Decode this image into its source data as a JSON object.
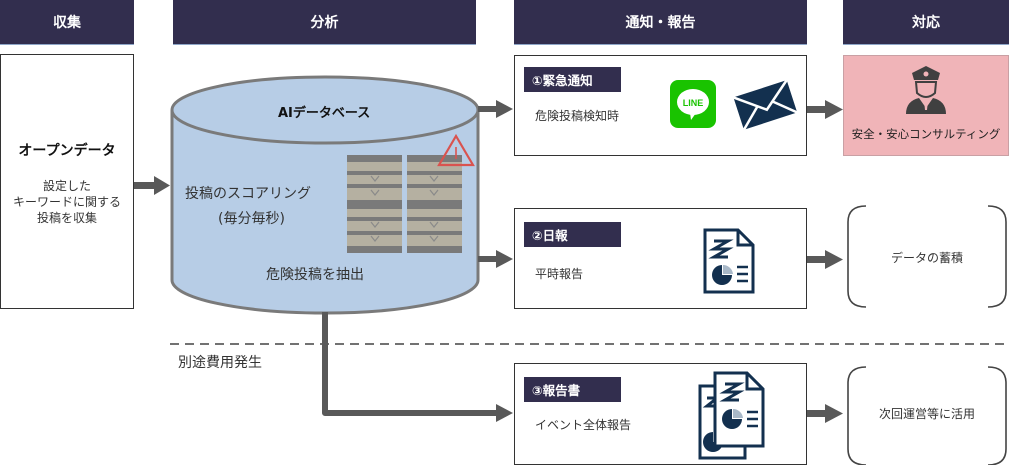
{
  "headers": {
    "collect": "収集",
    "analyze": "分析",
    "notify": "通知・報告",
    "respond": "対応"
  },
  "source": {
    "title": "オープンデータ",
    "desc_lines": [
      "設定した",
      "キーワードに関する",
      "投稿を収集"
    ]
  },
  "database": {
    "title": "AIデータベース",
    "scoring": "投稿のスコアリング",
    "frequency": "(毎分毎秒)",
    "extract": "危険投稿を抽出",
    "warning_icon": "warning-triangle-icon"
  },
  "extra_cost_label": "別途費用発生",
  "outputs": [
    {
      "tag": "①緊急通知",
      "desc": "危険投稿検知時",
      "icons": [
        "line-app-icon",
        "mail-envelope-icon"
      ]
    },
    {
      "tag": "②日報",
      "desc": "平時報告",
      "icons": [
        "report-document-icon"
      ]
    },
    {
      "tag": "③報告書",
      "desc": "イベント全体報告",
      "icons": [
        "report-documents-stack-icon"
      ]
    }
  ],
  "responses": [
    {
      "label": "安全・安心コンサルティング",
      "icon": "security-guard-icon"
    },
    {
      "label": "データの蓄積"
    },
    {
      "label": "次回運営等に活用"
    }
  ],
  "line_logo_text": "LINE",
  "colors": {
    "header_bg": "#322e4e",
    "db_fill": "#b7cde6",
    "db_stroke": "#7a7a7a",
    "arrow": "#595959",
    "consult_bg": "#f0b4b8",
    "line_green": "#19c300",
    "icon_navy": "#13304f",
    "warning_red": "#d9534f"
  }
}
